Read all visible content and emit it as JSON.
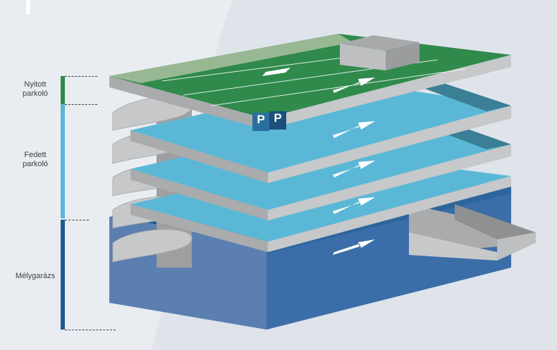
{
  "legend": {
    "open": {
      "line1": "Nyitott",
      "line2": "parkoló",
      "color": "#2f8a4c"
    },
    "covered": {
      "line1": "Fedett",
      "line2": "parkoló",
      "color": "#5ab8d6"
    },
    "underground": {
      "line1": "Mélygarázs",
      "color": "#1f5a8f"
    }
  },
  "sign": {
    "left": "P",
    "right": "P"
  },
  "colors": {
    "background": "#e9edf1",
    "roof_green": "#2f8a4c",
    "floor_blue": "#5ab8d6",
    "underground_blue": "#3b6ea8",
    "slab_grey": "#c6c8ca",
    "slab_edge": "#a9abad"
  }
}
